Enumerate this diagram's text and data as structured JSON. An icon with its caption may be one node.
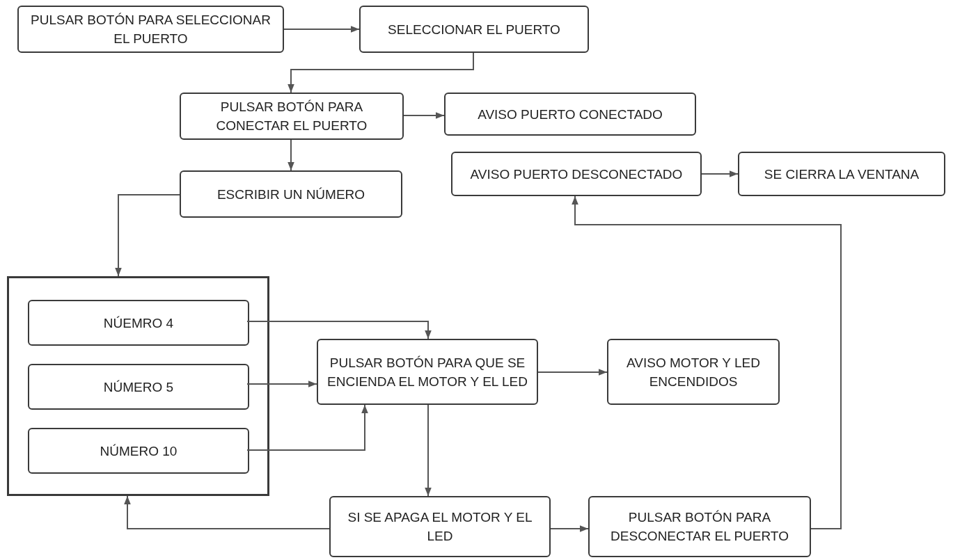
{
  "diagram": {
    "nodes": [
      {
        "text": [
          "PULSAR BOTÓN PARA SELECCIONAR EL PUERTO"
        ]
      },
      {
        "text": [
          "SELECCIONAR EL PUERTO"
        ]
      },
      {
        "text": [
          "PULSAR BOTÓN PARA CONECTAR EL PUERTO"
        ]
      },
      {
        "text": [
          "AVISO PUERTO CONECTADO"
        ]
      },
      {
        "text": [
          "ESCRIBIR UN NÚMERO"
        ]
      },
      {
        "text": [
          "AVISO PUERTO DESCONECTADO"
        ]
      },
      {
        "text": [
          "SE CIERRA LA VENTANA"
        ]
      },
      {
        "text": [],
        "shape": "box"
      },
      {
        "text": [
          "NÚEMRO 4"
        ],
        "in": 7
      },
      {
        "text": [
          "NÚMERO 5"
        ],
        "in": 7
      },
      {
        "text": [
          "NÚMERO 10"
        ],
        "in": 7
      },
      {
        "text": [
          "PULSAR BOTÓN PARA QUE SE ENCIENDA EL MOTOR Y EL LED"
        ]
      },
      {
        "text": [
          "AVISO MOTOR Y LED ENCENDIDOS"
        ]
      },
      {
        "text": [
          "SI SE APAGA EL MOTOR Y EL LED"
        ]
      },
      {
        "text": [
          "PULSAR BOTÓN PARA DESCONECTAR EL PUERTO"
        ]
      }
    ],
    "edges": [
      {
        "from": 0,
        "to": 1,
        "arrow": "to"
      },
      {
        "from": 1,
        "to": 2,
        "arrow": "to"
      },
      {
        "from": 2,
        "to": 3,
        "arrow": "to"
      },
      {
        "from": 2,
        "to": 4,
        "arrow": "to"
      },
      {
        "from": 4,
        "to": 7,
        "arrow": "to"
      },
      {
        "from": 8,
        "to": 11,
        "arrow": "to"
      },
      {
        "from": 9,
        "to": 11,
        "arrow": "to"
      },
      {
        "from": 10,
        "to": 11,
        "arrow": "to"
      },
      {
        "from": 11,
        "to": 12,
        "arrow": "to"
      },
      {
        "from": 11,
        "to": 13,
        "arrow": "to"
      },
      {
        "from": 13,
        "to": 7,
        "arrow": "to"
      },
      {
        "from": 13,
        "to": 14,
        "arrow": "to"
      },
      {
        "from": 14,
        "to": 5,
        "arrow": "to"
      },
      {
        "from": 5,
        "to": 6,
        "arrow": "to"
      }
    ]
  }
}
